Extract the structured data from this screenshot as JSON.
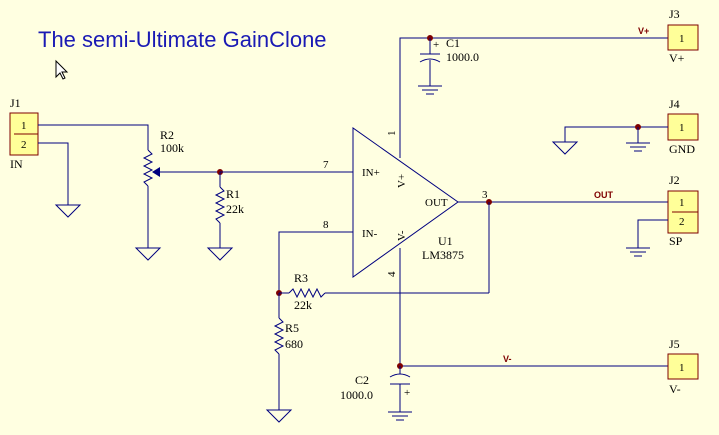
{
  "title": "The semi-Ultimate GainClone",
  "connectors": {
    "j1": {
      "ref": "J1",
      "name": "IN",
      "pins": [
        "1",
        "2"
      ]
    },
    "j2": {
      "ref": "J2",
      "name": "SP",
      "pins": [
        "1",
        "2"
      ]
    },
    "j3": {
      "ref": "J3",
      "name": "V+",
      "pins": [
        "1"
      ]
    },
    "j4": {
      "ref": "J4",
      "name": "GND",
      "pins": [
        "1"
      ]
    },
    "j5": {
      "ref": "J5",
      "name": "V-",
      "pins": [
        "1"
      ]
    }
  },
  "components": {
    "r1": {
      "ref": "R1",
      "value": "22k"
    },
    "r2": {
      "ref": "R2",
      "value": "100k"
    },
    "r3": {
      "ref": "R3",
      "value": "22k"
    },
    "r5": {
      "ref": "R5",
      "value": "680"
    },
    "c1": {
      "ref": "C1",
      "value": "1000.0",
      "polarity": "+"
    },
    "c2": {
      "ref": "C2",
      "value": "1000.0",
      "polarity": "+"
    },
    "u1": {
      "ref": "U1",
      "value": "LM3875"
    }
  },
  "opamp_pins": {
    "in_plus_num": "7",
    "in_minus_num": "8",
    "out_num": "3",
    "vplus_num": "1",
    "vminus_num": "4",
    "in_plus": "IN+",
    "in_minus": "IN-",
    "out": "OUT",
    "vplus": "V+",
    "vminus": "V-"
  },
  "net_labels": {
    "vplus": "V+",
    "out": "OUT",
    "vminus": "V-"
  },
  "colors": {
    "background": "#ffffe1",
    "wire": "#00007f",
    "title": "#1a1ab4",
    "junction": "#7f0000",
    "connector": "#ffff99"
  }
}
